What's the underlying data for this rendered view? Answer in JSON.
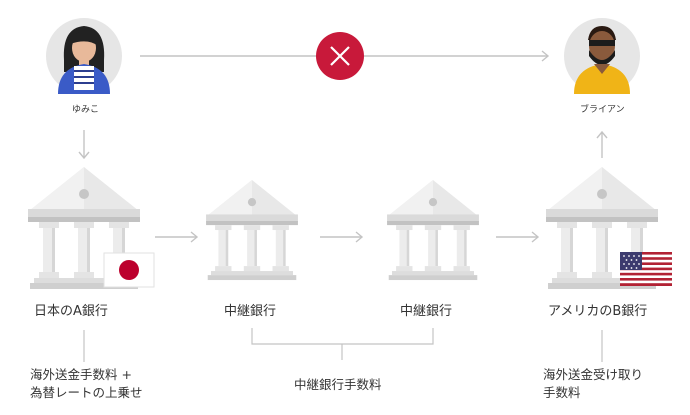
{
  "sender": {
    "name": "ゆみこ"
  },
  "receiver": {
    "name": "ブライアン"
  },
  "banks": {
    "origin": "日本のA銀行",
    "intermediary_1": "中継銀行",
    "intermediary_2": "中継銀行",
    "destination": "アメリカのB銀行"
  },
  "fees": {
    "origin_line1": "海外送金手数料 +",
    "origin_line2": "為替レートの上乗せ",
    "intermediary": "中継銀行手数料",
    "destination_line1": "海外送金受け取り",
    "destination_line2": "手数料"
  },
  "colors": {
    "blocked": "#c8193a",
    "arrow": "#c4c4c4",
    "bank_light": "#ebebeb",
    "bank_mid": "#d8d8d8",
    "bank_dark": "#bdbdbd",
    "jp_red": "#bc002d",
    "us_red": "#b22234",
    "us_blue": "#3c3b6e"
  }
}
